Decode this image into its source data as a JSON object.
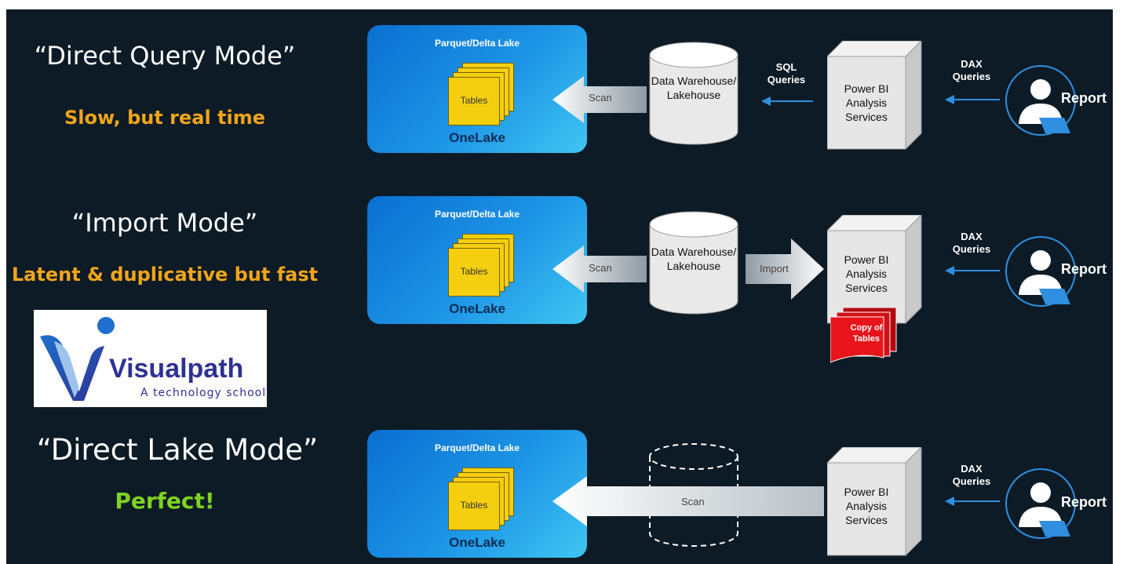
{
  "modes": [
    {
      "title": "“Direct Query Mode”",
      "subtitle": "Slow, but real time",
      "subtitle_color": "#f2a51a",
      "lake": {
        "top": "Parquet/Delta Lake",
        "tables": "Tables",
        "bottom": "OneLake"
      },
      "scan_label": "Scan",
      "warehouse": "Data Warehouse/ Lakehouse",
      "link_label": "SQL Queries",
      "engine": "Power BI Analysis Services",
      "dax": "DAX Queries",
      "report": "Report"
    },
    {
      "title": "“Import Mode”",
      "subtitle": "Latent & duplicative but fast",
      "subtitle_color": "#f2a51a",
      "lake": {
        "top": "Parquet/Delta Lake",
        "tables": "Tables",
        "bottom": "OneLake"
      },
      "scan_label": "Scan",
      "warehouse": "Data Warehouse/ Lakehouse",
      "link_label": "Import",
      "engine": "Power BI Analysis Services",
      "copy": "Copy of Tables",
      "dax": "DAX Queries",
      "report": "Report"
    },
    {
      "title": "“Direct Lake Mode”",
      "subtitle": "Perfect!",
      "subtitle_color": "#7ed321",
      "lake": {
        "top": "Parquet/Delta Lake",
        "tables": "Tables",
        "bottom": "OneLake"
      },
      "scan_label": "Scan",
      "engine": "Power BI Analysis Services",
      "dax": "DAX Queries",
      "report": "Report"
    }
  ],
  "logo": {
    "name": "Visualpath",
    "tagline": "A technology school",
    "color": "#2e3192"
  },
  "colors": {
    "background": "#0d1b26",
    "lake": "#1d95e6",
    "folder": "#f4cf10",
    "copy": "#e8141c",
    "arrow": "#2f8fe0"
  }
}
